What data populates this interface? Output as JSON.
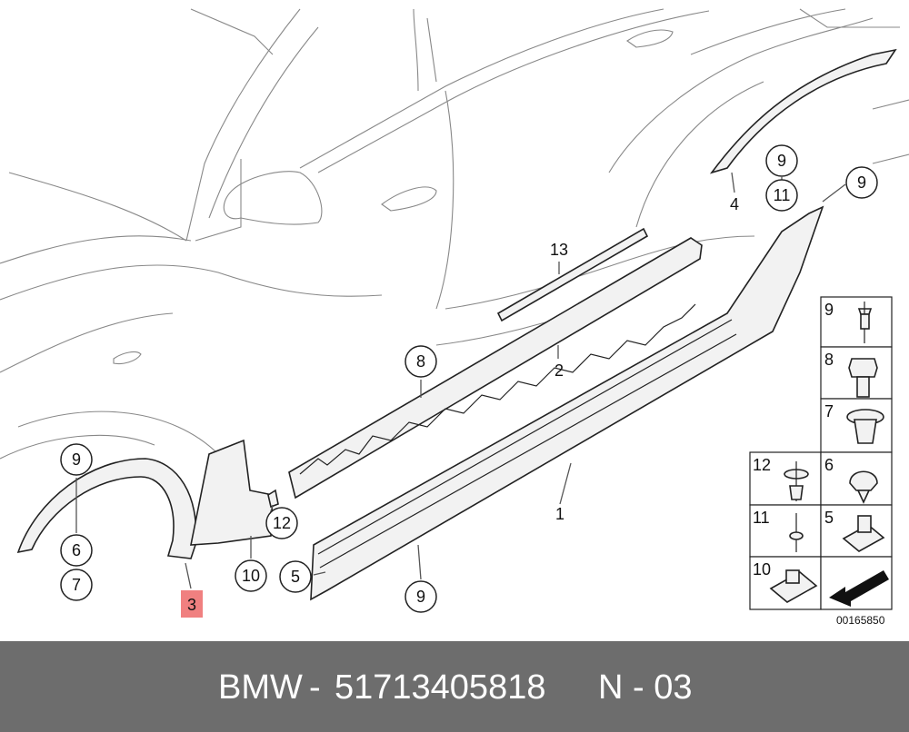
{
  "diagram": {
    "callouts": {
      "c1": "1",
      "c2": "2",
      "c3": "3",
      "c4": "4",
      "c5": "5",
      "c6": "6",
      "c7": "7",
      "c8": "8",
      "c9a": "9",
      "c9b": "9",
      "c9c": "9",
      "c9d": "9",
      "c10": "10",
      "c11": "11",
      "c12": "12",
      "c13": "13"
    },
    "legend": {
      "r9": "9",
      "r8": "8",
      "r7": "7",
      "r12": "12",
      "r6": "6",
      "r11": "11",
      "r5": "5",
      "r10": "10"
    },
    "diagram_id": "00165850",
    "highlight_color": "#f08080"
  },
  "footer": {
    "brand": "BMW",
    "sep1": "-",
    "part_number": "51713405818",
    "ref": "N - 03",
    "background": "#6d6d6d"
  }
}
